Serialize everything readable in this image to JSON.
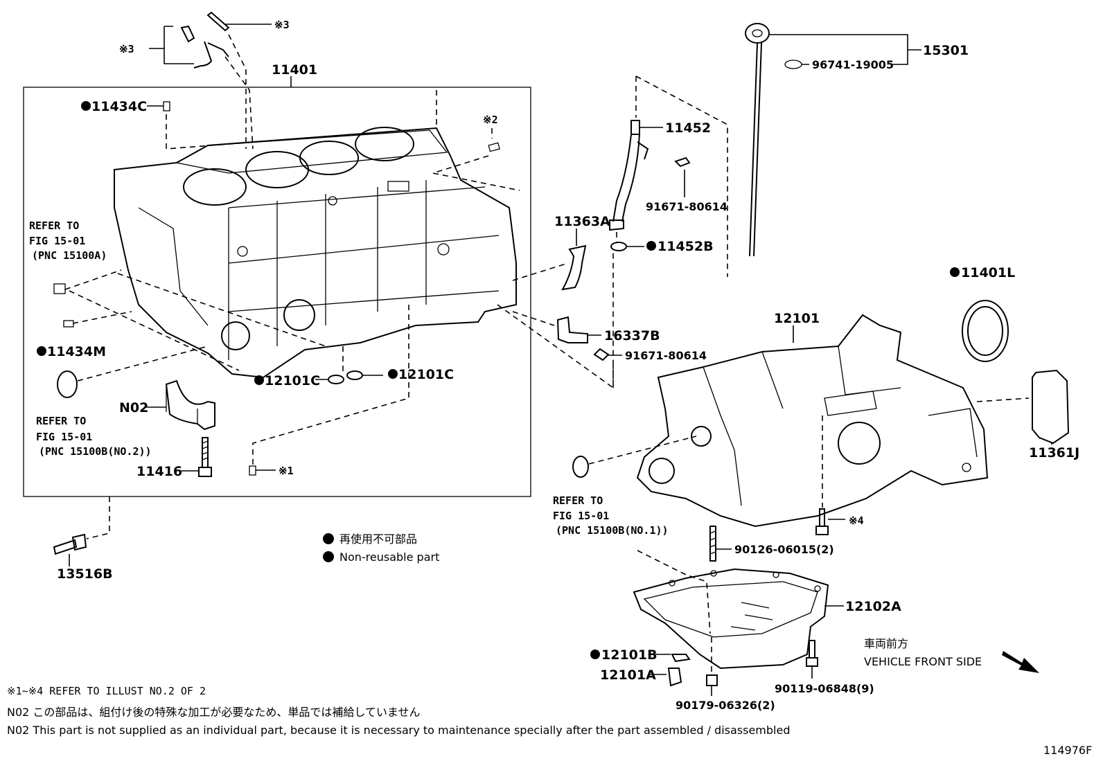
{
  "diagram_id": "114976F",
  "callouts": {
    "p11401": "11401",
    "p11434C": "11434C",
    "p11434M": "11434M",
    "p11416": "11416",
    "pN02": "N02",
    "p12101C_a": "12101C",
    "p12101C_b": "12101C",
    "p13516B": "13516B",
    "p15301": "15301",
    "p96741": "96741-19005",
    "p11452": "11452",
    "p91671_a": "91671-80614",
    "p11452B": "11452B",
    "p11363A": "11363A",
    "p16337B": "16337B",
    "p91671_b": "91671-80614",
    "p11401L": "11401L",
    "p12101": "12101",
    "p11361J": "11361J",
    "p90126": "90126-06015(2)",
    "p12102A": "12102A",
    "p12101B": "12101B",
    "p12101A": "12101A",
    "p90179": "90179-06326(2)",
    "p90119": "90119-06848(9)"
  },
  "refs": {
    "r1": "※1",
    "r2": "※2",
    "r3a": "※3",
    "r3b": "※3",
    "r4": "※4"
  },
  "refer_fig": {
    "a_line1": "REFER TO",
    "a_line2": "FIG 15-01",
    "a_line3": "(PNC 15100A)",
    "b_line1": "REFER TO",
    "b_line2": "FIG 15-01",
    "b_line3": "(PNC 15100B(NO.2))",
    "c_line1": "REFER TO",
    "c_line2": "FIG 15-01",
    "c_line3": "(PNC 15100B(NO.1))"
  },
  "legend": {
    "jp": "再使用不可部品",
    "en": "Non-reusable part"
  },
  "front": {
    "jp": "車両前方",
    "en": "VEHICLE FRONT SIDE"
  },
  "notes": {
    "line1": "※1~※4 REFER TO ILLUST NO.2 OF 2",
    "line2": "N02 この部品は、組付け後の特殊な加工が必要なため、単品では補給していません",
    "line3": "N02 This part is not supplied as an individual part, because it is necessary to maintenance specially after the part assembled / disassembled"
  }
}
